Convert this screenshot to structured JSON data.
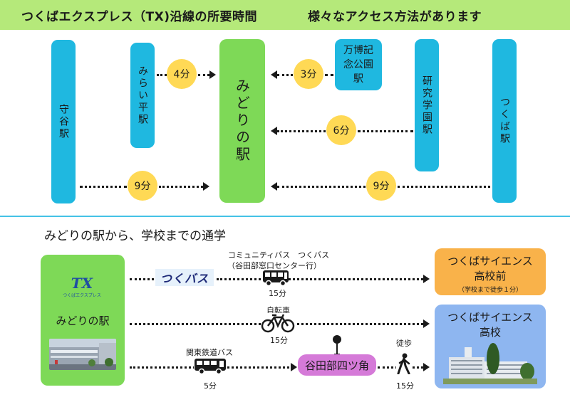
{
  "header": {
    "title": "つくばエクスプレス（TX)沿線の所要時間",
    "subtitle": "様々なアクセス方法があります"
  },
  "stations": {
    "moriya": "守谷駅",
    "miraidaira": "みらい平駅",
    "midori": "みどりの駅",
    "banpaku": "万博記念公園駅",
    "kenkyu": "研究学園駅",
    "tsukuba": "つくば駅"
  },
  "travel_times": {
    "miraidaira_to_midori": "4分",
    "banpaku_to_midori": "3分",
    "kenkyu_to_midori": "6分",
    "moriya_to_midori": "9分",
    "tsukuba_to_midori": "9分"
  },
  "section2": {
    "title": "みどりの駅から、学校までの通学"
  },
  "origin": {
    "logo_text": "TX",
    "logo_subtext": "つくばエクスプレス",
    "name": "みどりの駅"
  },
  "routes": {
    "community_bus": {
      "logo_text": "つくバス",
      "label_line1": "コミュニティバス　つくバス",
      "label_line2": "（谷田部窓口センター行）",
      "time": "15分"
    },
    "bicycle": {
      "label": "自転車",
      "time": "15分"
    },
    "kanto_bus": {
      "label": "関東鉄道バス",
      "time": "5分"
    },
    "walk": {
      "label": "徒歩",
      "time": "15分"
    }
  },
  "bus_stop": {
    "name": "谷田部四ツ角"
  },
  "destinations": {
    "bus_stop_dest": {
      "line1": "つくばサイエンス",
      "line2": "高校前",
      "note": "（学校まで徒歩１分）"
    },
    "school": {
      "line1": "つくばサイエンス",
      "line2": "高校"
    }
  },
  "colors": {
    "banner": "#b5e97a",
    "station_blue": "#1fb8e0",
    "midori_green": "#7ed957",
    "time_badge": "#ffd955",
    "dest_orange": "#f9b24a",
    "dest_blue": "#8eb6f0",
    "stop_purple": "#d57ad8"
  }
}
